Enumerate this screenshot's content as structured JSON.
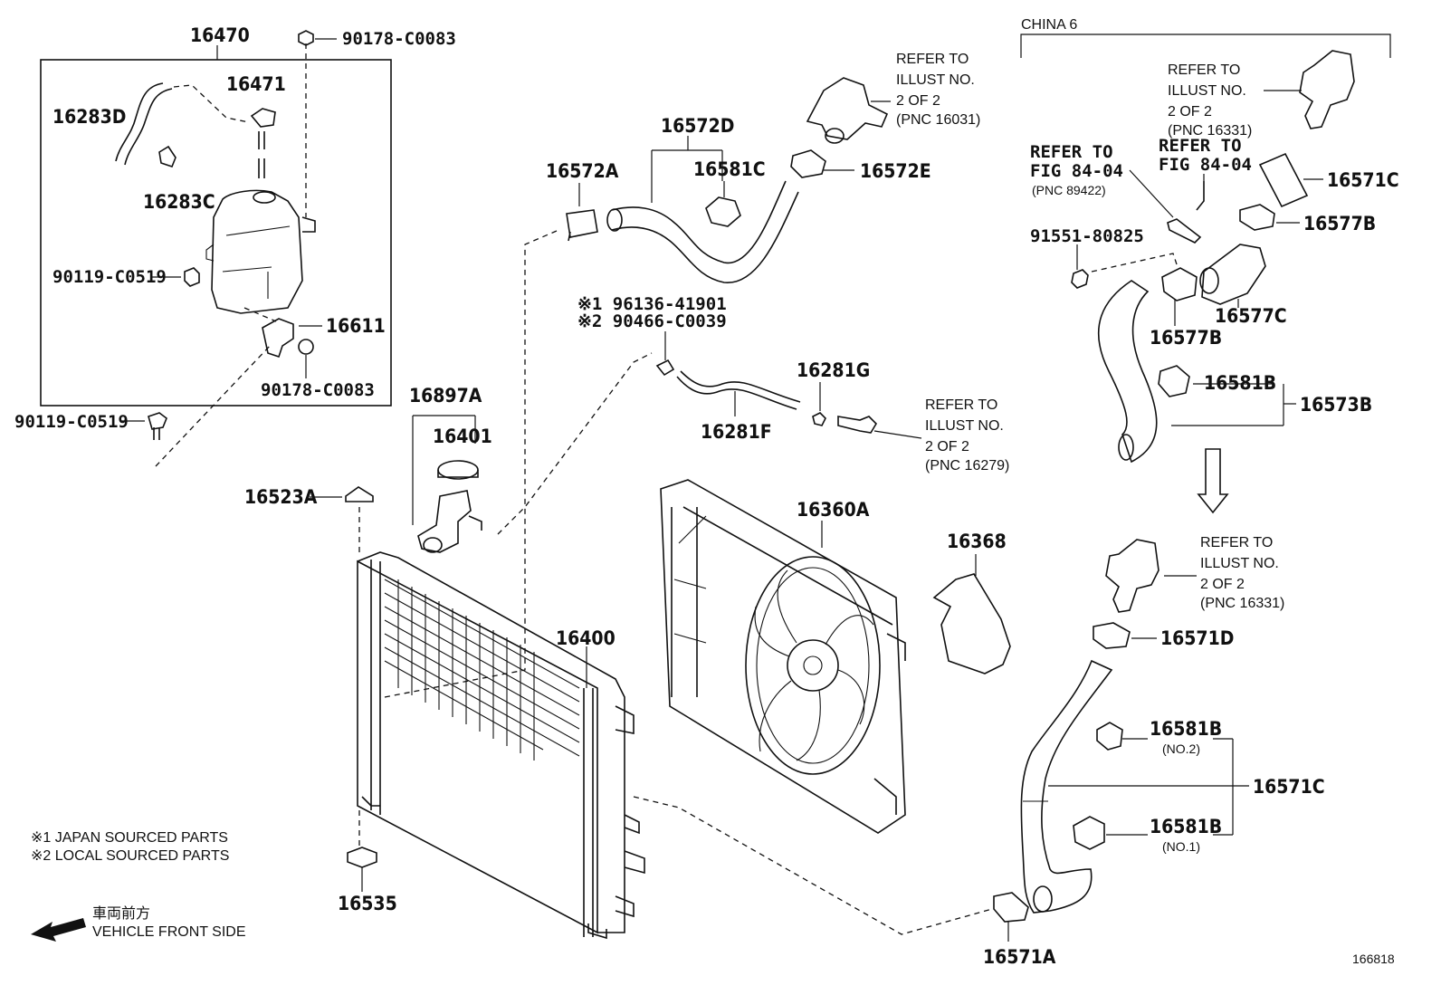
{
  "labels": {
    "l16470": "16470",
    "l16471": "16471",
    "l16283D": "16283D",
    "l16283C": "16283C",
    "l90178_top": "90178-C0083",
    "l90119_a": "90119-C0519",
    "l16611": "16611",
    "l90178_bot": "90178-C0083",
    "l90119_b": "90119-C0519",
    "l16897A": "16897A",
    "l16401": "16401",
    "l16523A": "16523A",
    "l16400": "16400",
    "l16535": "16535",
    "l16572A": "16572A",
    "l16572D": "16572D",
    "l16581C": "16581C",
    "l16572E": "16572E",
    "l96136": "※1 96136-41901",
    "l90466": "※2 90466-C0039",
    "l16281G": "16281G",
    "l16281F": "16281F",
    "l16360A": "16360A",
    "l16368": "16368",
    "l16571C_top": "16571C",
    "l16577B_a": "16577B",
    "l16577B_b": "16577B",
    "l16577C": "16577C",
    "l91551": "91551-80825",
    "l16581B_top": "16581B",
    "l16573B": "16573B",
    "l16571D": "16571D",
    "l16581B_no2": "16581B",
    "l16581B_no1": "16581B",
    "l16571C_bot": "16571C",
    "l16571A": "16571A",
    "no2": "(NO.2)",
    "no1": "(NO.1)",
    "diagram_no": "166818"
  },
  "refer_blocks": {
    "ref_16031": [
      "REFER TO",
      "ILLUST NO.",
      "2 OF 2",
      "(PNC 16031)"
    ],
    "ref_16279": [
      "REFER TO",
      "ILLUST NO.",
      "2 OF 2",
      "(PNC 16279)"
    ],
    "ref_16331_top": [
      "REFER TO",
      "ILLUST NO.",
      "2 OF 2",
      "(PNC 16331)"
    ],
    "ref_16331_bot": [
      "REFER TO",
      "ILLUST NO.",
      "2 OF 2",
      "(PNC 16331)"
    ],
    "ref_fig_a": [
      "REFER TO",
      "FIG 84-04",
      "(PNC 89422)"
    ],
    "ref_fig_b": [
      "REFER TO",
      "FIG 84-04"
    ]
  },
  "china_label": "CHINA 6",
  "legend": {
    "line1": "※1  JAPAN SOURCED PARTS",
    "line2": "※2  LOCAL SOURCED PARTS",
    "front_jp": "車両前方",
    "front_en": "VEHICLE FRONT SIDE"
  }
}
